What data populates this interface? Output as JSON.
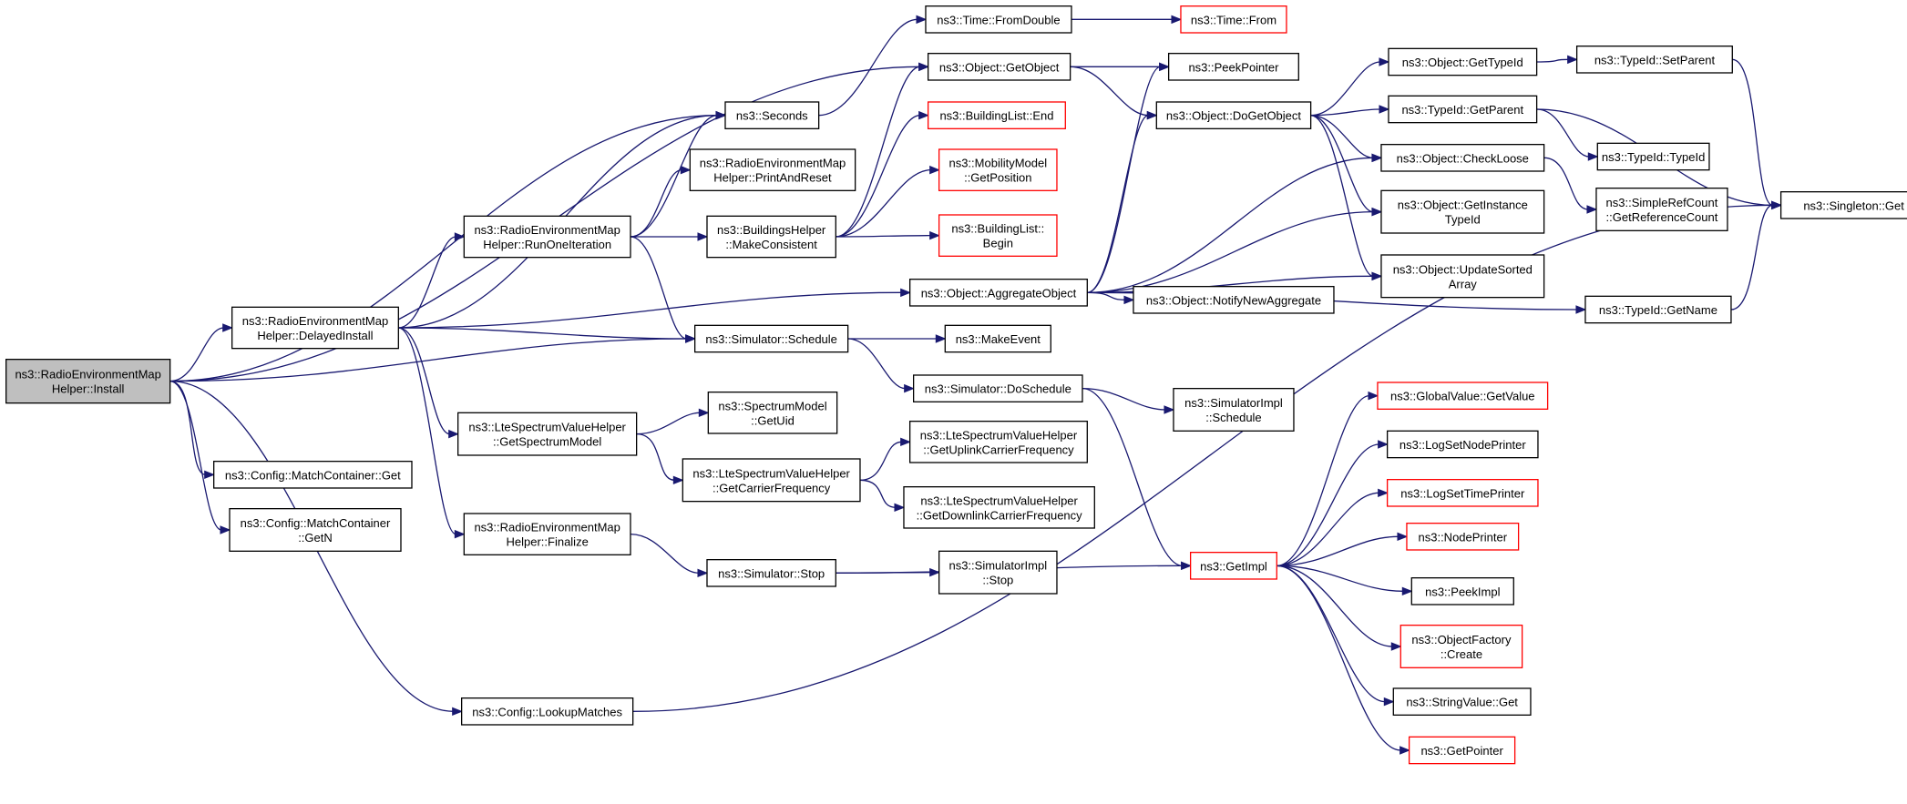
{
  "colors": {
    "edge": "#191970",
    "node_border": "#000000",
    "missing_doc_border": "#ff0000",
    "root_fill": "#bfbfbf"
  },
  "nodes": {
    "install": {
      "lines": [
        "ns3::RadioEnvironmentMap",
        "Helper::Install"
      ],
      "style": "root"
    },
    "delayedinstall": {
      "lines": [
        "ns3::RadioEnvironmentMap",
        "Helper::DelayedInstall"
      ],
      "style": "normal"
    },
    "cfg_get": {
      "lines": [
        "ns3::Config::MatchContainer::Get"
      ],
      "style": "normal"
    },
    "cfg_getn": {
      "lines": [
        "ns3::Config::MatchContainer",
        "::GetN"
      ],
      "style": "normal"
    },
    "lookupmatches": {
      "lines": [
        "ns3::Config::LookupMatches"
      ],
      "style": "normal"
    },
    "seconds": {
      "lines": [
        "ns3::Seconds"
      ],
      "style": "normal"
    },
    "printandreset": {
      "lines": [
        "ns3::RadioEnvironmentMap",
        "Helper::PrintAndReset"
      ],
      "style": "normal"
    },
    "runoneiteration": {
      "lines": [
        "ns3::RadioEnvironmentMap",
        "Helper::RunOneIteration"
      ],
      "style": "normal"
    },
    "sim_schedule": {
      "lines": [
        "ns3::Simulator::Schedule"
      ],
      "style": "normal"
    },
    "lte_getspectrummodel": {
      "lines": [
        "ns3::LteSpectrumValueHelper",
        "::GetSpectrumModel"
      ],
      "style": "normal"
    },
    "finalize": {
      "lines": [
        "ns3::RadioEnvironmentMap",
        "Helper::Finalize"
      ],
      "style": "normal"
    },
    "spectrum_getuid": {
      "lines": [
        "ns3::SpectrumModel",
        "::GetUid"
      ],
      "style": "normal"
    },
    "lte_getcarrierfreq": {
      "lines": [
        "ns3::LteSpectrumValueHelper",
        "::GetCarrierFrequency"
      ],
      "style": "normal"
    },
    "sim_stop": {
      "lines": [
        "ns3::Simulator::Stop"
      ],
      "style": "normal"
    },
    "bh_makeconsistent": {
      "lines": [
        "ns3::BuildingsHelper",
        "::MakeConsistent"
      ],
      "style": "normal"
    },
    "time_fromdouble": {
      "lines": [
        "ns3::Time::FromDouble"
      ],
      "style": "normal"
    },
    "obj_getobject": {
      "lines": [
        "ns3::Object::GetObject"
      ],
      "style": "normal"
    },
    "bl_end": {
      "lines": [
        "ns3::BuildingList::End"
      ],
      "style": "red"
    },
    "mm_getposition": {
      "lines": [
        "ns3::MobilityModel",
        "::GetPosition"
      ],
      "style": "red"
    },
    "bl_begin": {
      "lines": [
        "ns3::BuildingList::",
        "Begin"
      ],
      "style": "red"
    },
    "obj_aggregate": {
      "lines": [
        "ns3::Object::AggregateObject"
      ],
      "style": "normal"
    },
    "makeevent": {
      "lines": [
        "ns3::MakeEvent"
      ],
      "style": "normal"
    },
    "sim_doschedule": {
      "lines": [
        "ns3::Simulator::DoSchedule"
      ],
      "style": "normal"
    },
    "lte_getuplink": {
      "lines": [
        "ns3::LteSpectrumValueHelper",
        "::GetUplinkCarrierFrequency"
      ],
      "style": "normal"
    },
    "lte_getdownlink": {
      "lines": [
        "ns3::LteSpectrumValueHelper",
        "::GetDownlinkCarrierFrequency"
      ],
      "style": "normal"
    },
    "simimpl_stop": {
      "lines": [
        "ns3::SimulatorImpl",
        "::Stop"
      ],
      "style": "normal"
    },
    "time_from": {
      "lines": [
        "ns3::Time::From"
      ],
      "style": "red"
    },
    "peekpointer": {
      "lines": [
        "ns3::PeekPointer"
      ],
      "style": "normal"
    },
    "obj_dogetobject": {
      "lines": [
        "ns3::Object::DoGetObject"
      ],
      "style": "normal"
    },
    "obj_notifynewaggregate": {
      "lines": [
        "ns3::Object::NotifyNewAggregate"
      ],
      "style": "normal"
    },
    "simimpl_schedule": {
      "lines": [
        "ns3::SimulatorImpl",
        "::Schedule"
      ],
      "style": "normal"
    },
    "getimpl": {
      "lines": [
        "ns3::GetImpl"
      ],
      "style": "red"
    },
    "obj_gettypeid": {
      "lines": [
        "ns3::Object::GetTypeId"
      ],
      "style": "normal"
    },
    "typeid_getparent": {
      "lines": [
        "ns3::TypeId::GetParent"
      ],
      "style": "normal"
    },
    "obj_checkloose": {
      "lines": [
        "ns3::Object::CheckLoose"
      ],
      "style": "normal"
    },
    "obj_getinstancetypeid": {
      "lines": [
        "ns3::Object::GetInstance",
        "TypeId"
      ],
      "style": "normal"
    },
    "obj_updatesortedarray": {
      "lines": [
        "ns3::Object::UpdateSorted",
        "Array"
      ],
      "style": "normal"
    },
    "typeid_getname": {
      "lines": [
        "ns3::TypeId::GetName"
      ],
      "style": "normal"
    },
    "globalvalue_getvalue": {
      "lines": [
        "ns3::GlobalValue::GetValue"
      ],
      "style": "red"
    },
    "logsetnodeprinter": {
      "lines": [
        "ns3::LogSetNodePrinter"
      ],
      "style": "normal"
    },
    "logsettimeprinter": {
      "lines": [
        "ns3::LogSetTimePrinter"
      ],
      "style": "red"
    },
    "nodeprinter": {
      "lines": [
        "ns3::NodePrinter"
      ],
      "style": "red"
    },
    "peekimpl": {
      "lines": [
        "ns3::PeekImpl"
      ],
      "style": "normal"
    },
    "objectfactory_create": {
      "lines": [
        "ns3::ObjectFactory",
        "::Create"
      ],
      "style": "red"
    },
    "stringvalue_get": {
      "lines": [
        "ns3::StringValue::Get"
      ],
      "style": "normal"
    },
    "getpointer": {
      "lines": [
        "ns3::GetPointer"
      ],
      "style": "red"
    },
    "typeid_setparent": {
      "lines": [
        "ns3::TypeId::SetParent"
      ],
      "style": "normal"
    },
    "typeid_typeid": {
      "lines": [
        "ns3::TypeId::TypeId"
      ],
      "style": "normal"
    },
    "simplerefcount_getrefcount": {
      "lines": [
        "ns3::SimpleRefCount",
        "::GetReferenceCount"
      ],
      "style": "normal"
    },
    "singleton_get": {
      "lines": [
        "ns3::Singleton::Get"
      ],
      "style": "normal"
    }
  },
  "edges": [
    [
      "install",
      "delayedinstall"
    ],
    [
      "install",
      "seconds"
    ],
    [
      "install",
      "sim_schedule"
    ],
    [
      "install",
      "obj_getobject"
    ],
    [
      "install",
      "cfg_get"
    ],
    [
      "install",
      "cfg_getn"
    ],
    [
      "install",
      "lookupmatches"
    ],
    [
      "delayedinstall",
      "seconds"
    ],
    [
      "delayedinstall",
      "runoneiteration"
    ],
    [
      "delayedinstall",
      "sim_schedule"
    ],
    [
      "delayedinstall",
      "obj_aggregate"
    ],
    [
      "delayedinstall",
      "lte_getspectrummodel"
    ],
    [
      "delayedinstall",
      "finalize"
    ],
    [
      "runoneiteration",
      "seconds"
    ],
    [
      "runoneiteration",
      "printandreset"
    ],
    [
      "runoneiteration",
      "bh_makeconsistent"
    ],
    [
      "runoneiteration",
      "sim_schedule"
    ],
    [
      "seconds",
      "time_fromdouble"
    ],
    [
      "time_fromdouble",
      "time_from"
    ],
    [
      "bh_makeconsistent",
      "obj_getobject"
    ],
    [
      "bh_makeconsistent",
      "bl_end"
    ],
    [
      "bh_makeconsistent",
      "mm_getposition"
    ],
    [
      "bh_makeconsistent",
      "bl_begin"
    ],
    [
      "obj_getobject",
      "peekpointer"
    ],
    [
      "obj_getobject",
      "obj_dogetobject"
    ],
    [
      "obj_aggregate",
      "peekpointer"
    ],
    [
      "obj_aggregate",
      "obj_dogetobject"
    ],
    [
      "obj_aggregate",
      "obj_checkloose"
    ],
    [
      "obj_aggregate",
      "obj_getinstancetypeid"
    ],
    [
      "obj_aggregate",
      "obj_updatesortedarray"
    ],
    [
      "obj_aggregate",
      "obj_notifynewaggregate"
    ],
    [
      "obj_aggregate",
      "typeid_getname"
    ],
    [
      "obj_dogetobject",
      "obj_gettypeid"
    ],
    [
      "obj_dogetobject",
      "typeid_getparent"
    ],
    [
      "obj_dogetobject",
      "obj_checkloose"
    ],
    [
      "obj_dogetobject",
      "obj_getinstancetypeid"
    ],
    [
      "obj_dogetobject",
      "obj_updatesortedarray"
    ],
    [
      "obj_gettypeid",
      "typeid_setparent"
    ],
    [
      "typeid_setparent",
      "singleton_get"
    ],
    [
      "typeid_getparent",
      "typeid_typeid"
    ],
    [
      "typeid_getparent",
      "singleton_get"
    ],
    [
      "obj_checkloose",
      "simplerefcount_getrefcount"
    ],
    [
      "typeid_getname",
      "singleton_get"
    ],
    [
      "sim_schedule",
      "makeevent"
    ],
    [
      "sim_schedule",
      "sim_doschedule"
    ],
    [
      "sim_doschedule",
      "simimpl_schedule"
    ],
    [
      "sim_doschedule",
      "getimpl"
    ],
    [
      "lte_getspectrummodel",
      "spectrum_getuid"
    ],
    [
      "lte_getspectrummodel",
      "lte_getcarrierfreq"
    ],
    [
      "lte_getcarrierfreq",
      "lte_getuplink"
    ],
    [
      "lte_getcarrierfreq",
      "lte_getdownlink"
    ],
    [
      "finalize",
      "sim_stop"
    ],
    [
      "sim_stop",
      "simimpl_stop"
    ],
    [
      "sim_stop",
      "getimpl"
    ],
    [
      "getimpl",
      "globalvalue_getvalue"
    ],
    [
      "getimpl",
      "logsetnodeprinter"
    ],
    [
      "getimpl",
      "logsettimeprinter"
    ],
    [
      "getimpl",
      "nodeprinter"
    ],
    [
      "getimpl",
      "peekimpl"
    ],
    [
      "getimpl",
      "objectfactory_create"
    ],
    [
      "getimpl",
      "stringvalue_get"
    ],
    [
      "getimpl",
      "getpointer"
    ],
    [
      "lookupmatches",
      "singleton_get"
    ]
  ]
}
